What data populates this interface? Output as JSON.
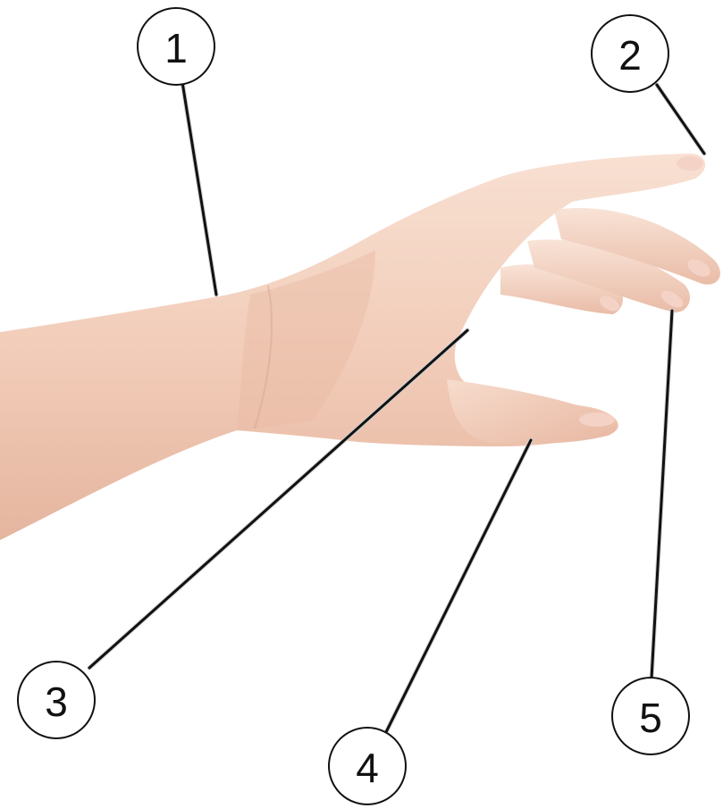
{
  "diagram": {
    "subject": "hand-anatomy-labels",
    "callouts": [
      {
        "id": "1",
        "label": "1"
      },
      {
        "id": "2",
        "label": "2"
      },
      {
        "id": "3",
        "label": "3"
      },
      {
        "id": "4",
        "label": "4"
      },
      {
        "id": "5",
        "label": "5"
      }
    ]
  },
  "colors": {
    "background": "#ffffff",
    "skin_light": "#f6d9c8",
    "skin_mid": "#efc6b0",
    "skin_shadow": "#d9a993",
    "nail": "#f3cfc3",
    "line": "#111111"
  }
}
